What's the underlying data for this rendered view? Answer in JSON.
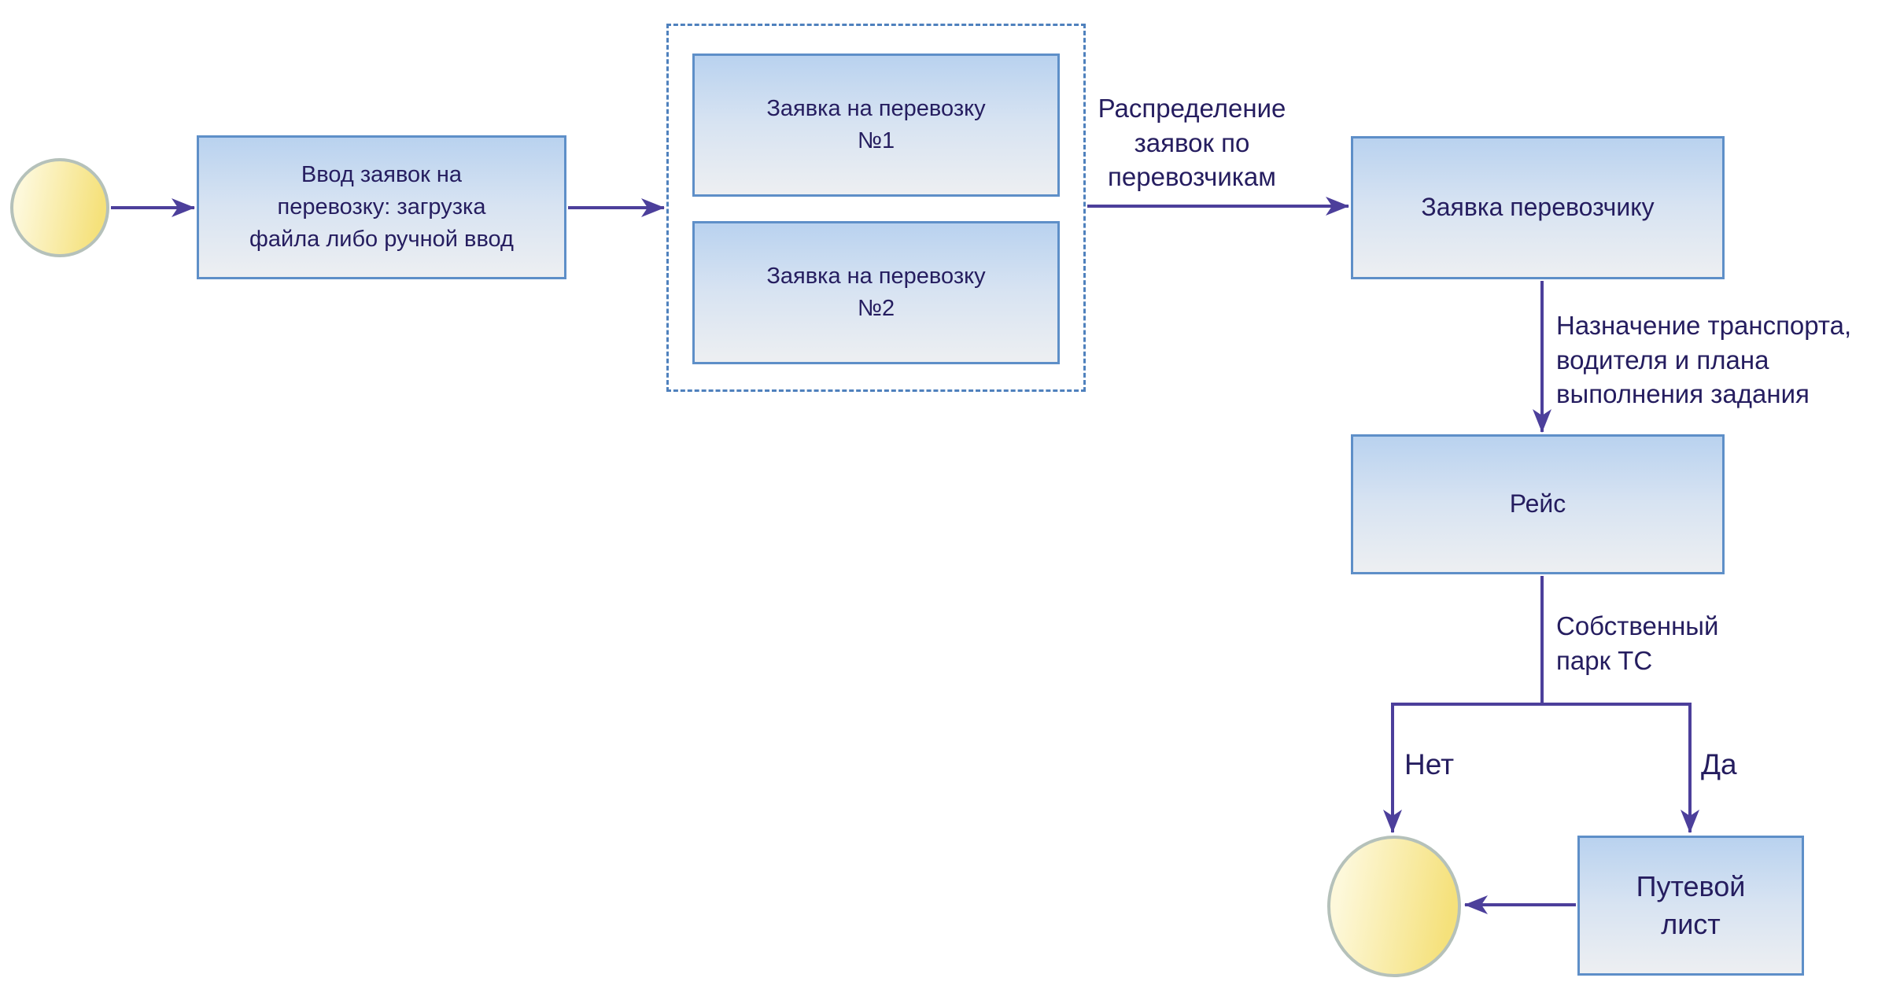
{
  "diagram_type": "flowchart",
  "colors": {
    "page-bg": "#ffffff",
    "box-border": "#5e8fc8",
    "box-fill-top": "#b9d2ef",
    "box-fill-mid": "#d7e3f2",
    "box-fill-bottom": "#edeff2",
    "group-border": "#4f81bd",
    "connector": "#4c3f9b",
    "text": "#251d5f",
    "event-fill-light": "#fdf8da",
    "event-fill-dark": "#f5e17b",
    "event-border": "#b5c1ba"
  },
  "nodes": {
    "start_event": {
      "shape": "circle",
      "label": ""
    },
    "input_requests": {
      "label": "Ввод заявок на\nперевозку: загрузка\nфайла либо ручной ввод"
    },
    "request_1": {
      "label": "Заявка на перевозку\n№1"
    },
    "request_2": {
      "label": "Заявка на перевозку\n№2"
    },
    "carrier_request": {
      "label": "Заявка перевозчику"
    },
    "trip": {
      "label": "Рейс"
    },
    "waybill": {
      "label": "Путевой\nлист"
    },
    "end_event": {
      "shape": "circle",
      "label": ""
    }
  },
  "edge_labels": {
    "distribution": "Распределение\nзаявок по\nперевозчикам",
    "assignment": "Назначение транспорта,\nводителя и плана\nвыполнения задания",
    "own_fleet": "Собственный\nпарк ТС",
    "no": "Нет",
    "yes": "Да"
  }
}
